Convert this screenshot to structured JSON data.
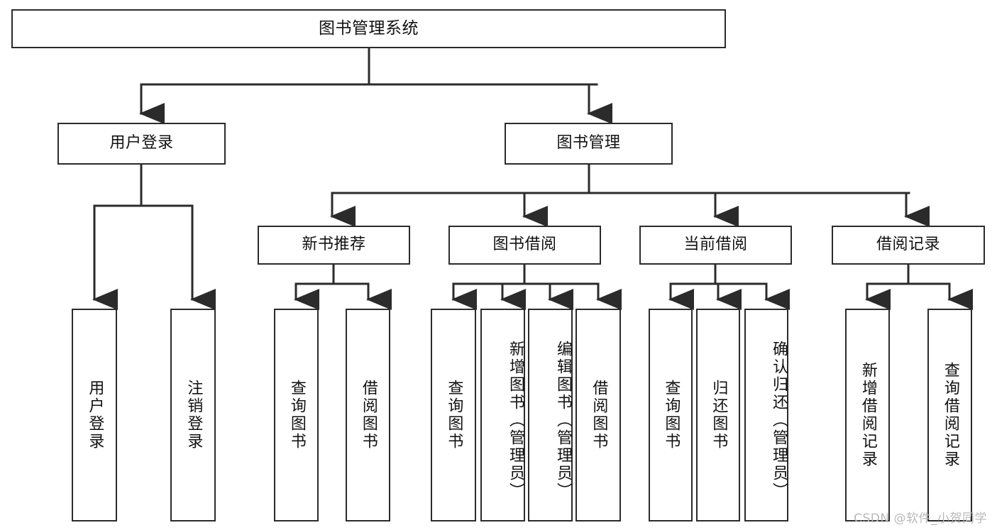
{
  "diagram": {
    "type": "tree",
    "title": "图书管理系统",
    "orientation": "top-down",
    "colors": {
      "node_border": "#2b2b2b",
      "node_fill": "#ffffff",
      "connector": "#2b2b2b",
      "text": "#111111",
      "watermark": "#b9b9b9",
      "background": "#ffffff"
    },
    "root": {
      "label": "图书管理系统"
    },
    "level2": [
      {
        "label": "用户登录"
      },
      {
        "label": "图书管理"
      }
    ],
    "level3": [
      {
        "label": "新书推荐"
      },
      {
        "label": "图书借阅"
      },
      {
        "label": "当前借阅"
      },
      {
        "label": "借阅记录"
      }
    ],
    "leaves": {
      "user_login": [
        {
          "label": "用户登录"
        },
        {
          "label": "注销登录"
        }
      ],
      "new_book_recommend": [
        {
          "label": "查询图书"
        },
        {
          "label": "借阅图书"
        }
      ],
      "book_borrow": [
        {
          "label": "查询图书"
        },
        {
          "label": "新增图书（管理员）"
        },
        {
          "label": "编辑图书（管理员）"
        },
        {
          "label": "借阅图书"
        }
      ],
      "current_borrow": [
        {
          "label": "查询图书"
        },
        {
          "label": "归还图书"
        },
        {
          "label": "确认归还（管理员）"
        }
      ],
      "borrow_record": [
        {
          "label": "新增借阅记录"
        },
        {
          "label": "查询借阅记录"
        }
      ]
    }
  },
  "watermark": {
    "text": "CSDN @软件_小贺同学"
  }
}
